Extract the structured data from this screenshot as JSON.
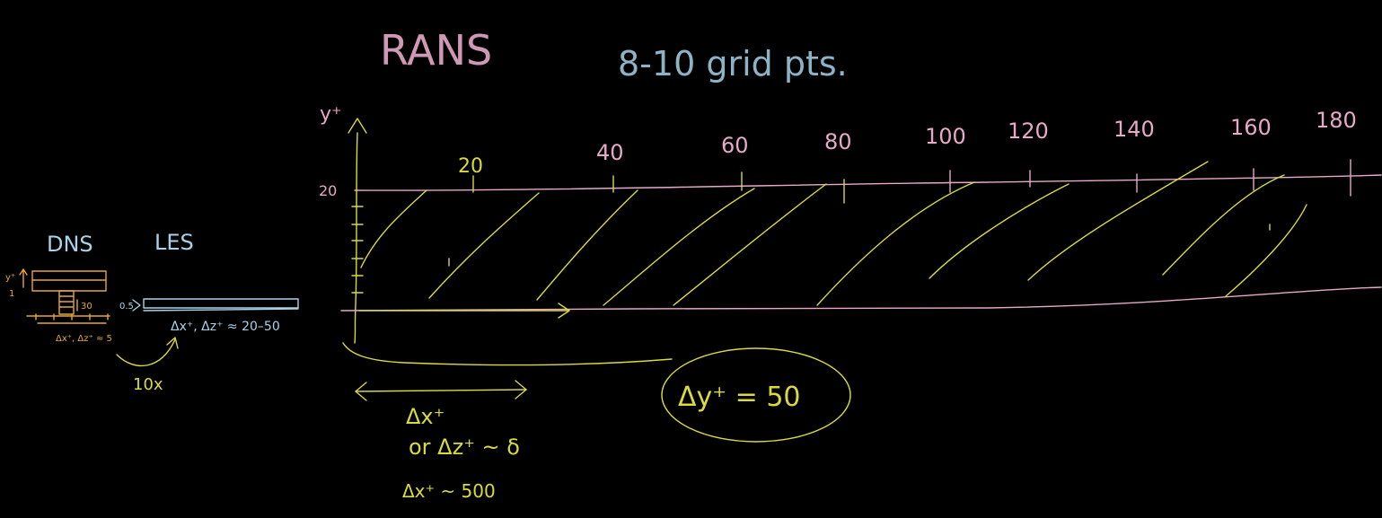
{
  "labels": {
    "rans": "RANS",
    "grid_pts": "8-10 grid pts.",
    "y_axis": "y⁺",
    "wall_20": "20",
    "ticks": [
      "20",
      "40",
      "60",
      "80",
      "100",
      "120",
      "140",
      "160",
      "180"
    ],
    "dns": "DNS",
    "les": "LES",
    "dns_y": "y⁺",
    "dns_small": "1",
    "dns_value": "30",
    "dns_scale": "Δx⁺, Δz⁺ ≈ 5",
    "les_width": "0.5",
    "les_scale": "Δx⁺, Δz⁺ ≈ 20–50",
    "factor": "10x",
    "dx_line1": "Δx⁺",
    "dx_line2": "or Δz⁺ ~ δ",
    "dx_line3": "Δx⁺ ~ 500",
    "dy_circle": "Δy⁺ = 50"
  },
  "colors": {
    "background": "#000000",
    "pink": "#e6a9c8",
    "yellow": "#dada3c",
    "orange": "#e6a92a",
    "blue": "#a9d3e9"
  }
}
